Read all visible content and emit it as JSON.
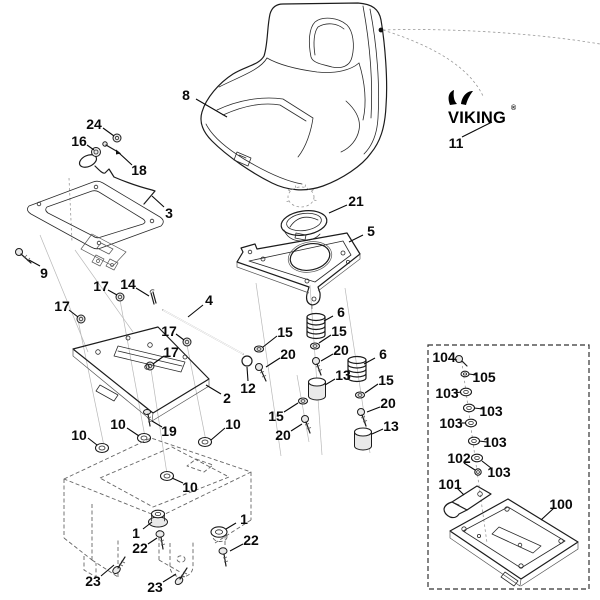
{
  "brand": {
    "logo_text": "VIKING",
    "registered_mark": "®"
  },
  "colors": {
    "line_art": "#1c1c1c",
    "reference_dashed": "#666666",
    "label": "#0a0a0a",
    "background": "#ffffff"
  },
  "callouts": [
    {
      "part": "8",
      "label": [
        186,
        95
      ],
      "line": [
        196,
        99,
        227,
        117
      ]
    },
    {
      "part": "11",
      "label": [
        456,
        143
      ],
      "line": [
        462,
        137,
        492,
        122
      ]
    },
    {
      "part": "24",
      "label": [
        94,
        124
      ],
      "line": [
        103,
        128,
        114,
        136
      ]
    },
    {
      "part": "16",
      "label": [
        79,
        141
      ],
      "line": [
        87,
        145,
        94,
        150
      ]
    },
    {
      "part": "18",
      "label": [
        139,
        170
      ],
      "line": [
        132,
        165,
        119,
        153
      ]
    },
    {
      "part": "3",
      "label": [
        169,
        213
      ],
      "line": [
        164,
        207,
        152,
        196
      ]
    },
    {
      "part": "9",
      "label": [
        44,
        273
      ],
      "line": [
        40,
        266,
        29,
        260
      ]
    },
    {
      "part": "17",
      "label": [
        62,
        306
      ],
      "line": [
        69,
        310,
        78,
        317
      ]
    },
    {
      "part": "17",
      "label": [
        101,
        286
      ],
      "line": [
        108,
        290,
        117,
        295
      ]
    },
    {
      "part": "14",
      "label": [
        128,
        284
      ],
      "line": [
        136,
        288,
        149,
        296
      ]
    },
    {
      "part": "4",
      "label": [
        209,
        300
      ],
      "line": [
        203,
        305,
        188,
        317
      ]
    },
    {
      "part": "17",
      "label": [
        169,
        331
      ],
      "line": [
        176,
        334,
        184,
        340
      ]
    },
    {
      "part": "17",
      "label": [
        171,
        352
      ],
      "line": [
        164,
        356,
        153,
        364
      ]
    },
    {
      "part": "12",
      "label": [
        248,
        388
      ],
      "line": [
        248,
        381,
        247,
        367
      ]
    },
    {
      "part": "2",
      "label": [
        227,
        398
      ],
      "line": [
        221,
        394,
        206,
        385
      ]
    },
    {
      "part": "19",
      "label": [
        169,
        431
      ],
      "line": [
        162,
        427,
        152,
        421
      ]
    },
    {
      "part": "10",
      "label": [
        79,
        435
      ],
      "line": [
        88,
        438,
        97,
        445
      ]
    },
    {
      "part": "10",
      "label": [
        118,
        424
      ],
      "line": [
        127,
        428,
        139,
        436
      ]
    },
    {
      "part": "10",
      "label": [
        233,
        424
      ],
      "line": [
        225,
        428,
        211,
        440
      ]
    },
    {
      "part": "10",
      "label": [
        190,
        487
      ],
      "line": [
        183,
        483,
        172,
        478
      ]
    },
    {
      "part": "21",
      "label": [
        356,
        201
      ],
      "line": [
        347,
        205,
        329,
        213
      ]
    },
    {
      "part": "5",
      "label": [
        371,
        231
      ],
      "line": [
        363,
        235,
        349,
        242
      ]
    },
    {
      "part": "6",
      "label": [
        341,
        312
      ],
      "line": [
        333,
        316,
        324,
        321
      ]
    },
    {
      "part": "15",
      "label": [
        285,
        332
      ],
      "line": [
        277,
        336,
        263,
        347
      ]
    },
    {
      "part": "15",
      "label": [
        339,
        331
      ],
      "line": [
        331,
        335,
        319,
        343
      ]
    },
    {
      "part": "20",
      "label": [
        288,
        354
      ],
      "line": [
        280,
        358,
        266,
        367
      ]
    },
    {
      "part": "20",
      "label": [
        341,
        350
      ],
      "line": [
        333,
        354,
        321,
        361
      ]
    },
    {
      "part": "6",
      "label": [
        383,
        354
      ],
      "line": [
        375,
        358,
        364,
        364
      ]
    },
    {
      "part": "13",
      "label": [
        343,
        375
      ],
      "line": [
        335,
        379,
        325,
        385
      ]
    },
    {
      "part": "15",
      "label": [
        386,
        380
      ],
      "line": [
        378,
        384,
        365,
        393
      ]
    },
    {
      "part": "15",
      "label": [
        276,
        416
      ],
      "line": [
        284,
        412,
        298,
        403
      ]
    },
    {
      "part": "20",
      "label": [
        283,
        435
      ],
      "line": [
        291,
        431,
        302,
        424
      ]
    },
    {
      "part": "20",
      "label": [
        388,
        403
      ],
      "line": [
        380,
        407,
        367,
        412
      ]
    },
    {
      "part": "13",
      "label": [
        391,
        426
      ],
      "line": [
        383,
        429,
        372,
        434
      ]
    },
    {
      "part": "1",
      "label": [
        136,
        533
      ],
      "line": [
        143,
        529,
        152,
        522
      ]
    },
    {
      "part": "22",
      "label": [
        140,
        548
      ],
      "line": [
        148,
        544,
        157,
        538
      ]
    },
    {
      "part": "1",
      "label": [
        244,
        519
      ],
      "line": [
        236,
        523,
        226,
        529
      ]
    },
    {
      "part": "22",
      "label": [
        251,
        540
      ],
      "line": [
        243,
        544,
        230,
        551
      ]
    },
    {
      "part": "23",
      "label": [
        93,
        581
      ],
      "line": [
        101,
        576,
        114,
        565
      ]
    },
    {
      "part": "23",
      "label": [
        155,
        587
      ],
      "line": [
        163,
        582,
        176,
        574
      ]
    },
    {
      "part": "104",
      "label": [
        444,
        357
      ],
      "line": [
        452,
        359,
        457,
        360
      ]
    },
    {
      "part": "105",
      "label": [
        484,
        377
      ],
      "line": [
        476,
        375,
        469,
        374
      ]
    },
    {
      "part": "103",
      "label": [
        447,
        393
      ],
      "line": [
        455,
        393,
        461,
        392
      ]
    },
    {
      "part": "103",
      "label": [
        491,
        411
      ],
      "line": [
        483,
        409,
        474,
        408
      ]
    },
    {
      "part": "103",
      "label": [
        451,
        423
      ],
      "line": [
        459,
        423,
        466,
        423
      ]
    },
    {
      "part": "103",
      "label": [
        495,
        442
      ],
      "line": [
        487,
        442,
        479,
        441
      ]
    },
    {
      "part": "102",
      "label": [
        459,
        458
      ],
      "line": [
        464,
        463,
        475,
        470
      ]
    },
    {
      "part": "103",
      "label": [
        499,
        472
      ],
      "line": [
        491,
        468,
        482,
        461
      ]
    },
    {
      "part": "101",
      "label": [
        450,
        484
      ],
      "line": [
        457,
        488,
        464,
        495
      ]
    },
    {
      "part": "100",
      "label": [
        561,
        504
      ],
      "line": [
        554,
        508,
        541,
        520
      ]
    }
  ]
}
